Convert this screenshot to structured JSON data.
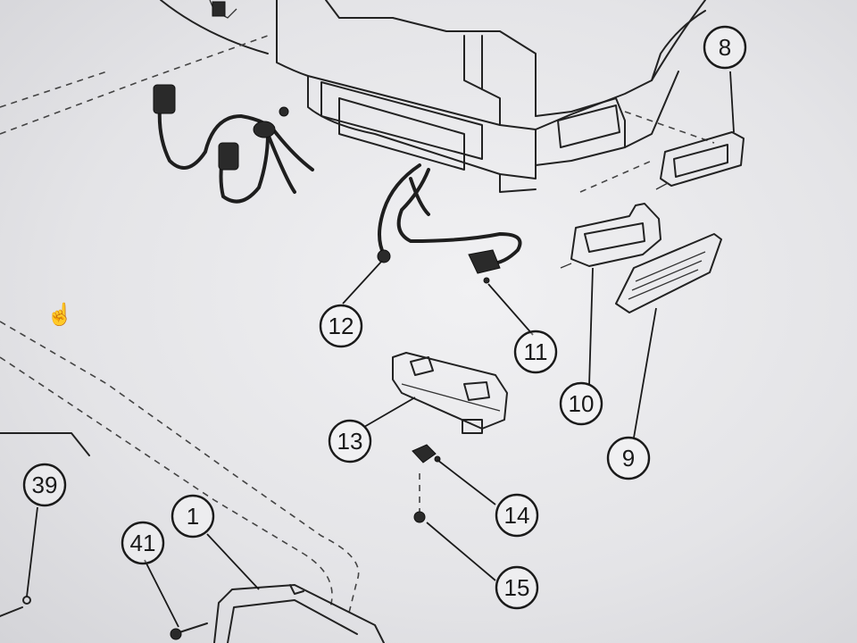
{
  "diagram": {
    "callouts": [
      {
        "id": "8",
        "label": "8"
      },
      {
        "id": "9",
        "label": "9"
      },
      {
        "id": "10",
        "label": "10"
      },
      {
        "id": "11",
        "label": "11"
      },
      {
        "id": "12",
        "label": "12"
      },
      {
        "id": "13",
        "label": "13"
      },
      {
        "id": "14",
        "label": "14"
      },
      {
        "id": "15",
        "label": "15"
      },
      {
        "id": "39",
        "label": "39"
      },
      {
        "id": "41",
        "label": "41"
      },
      {
        "id": "1",
        "label": "1"
      }
    ]
  },
  "colors": {
    "ink": "#1a1a1a",
    "paper": "#e6e6e8"
  },
  "icons": {
    "pointer": "hand-pointer-icon"
  }
}
